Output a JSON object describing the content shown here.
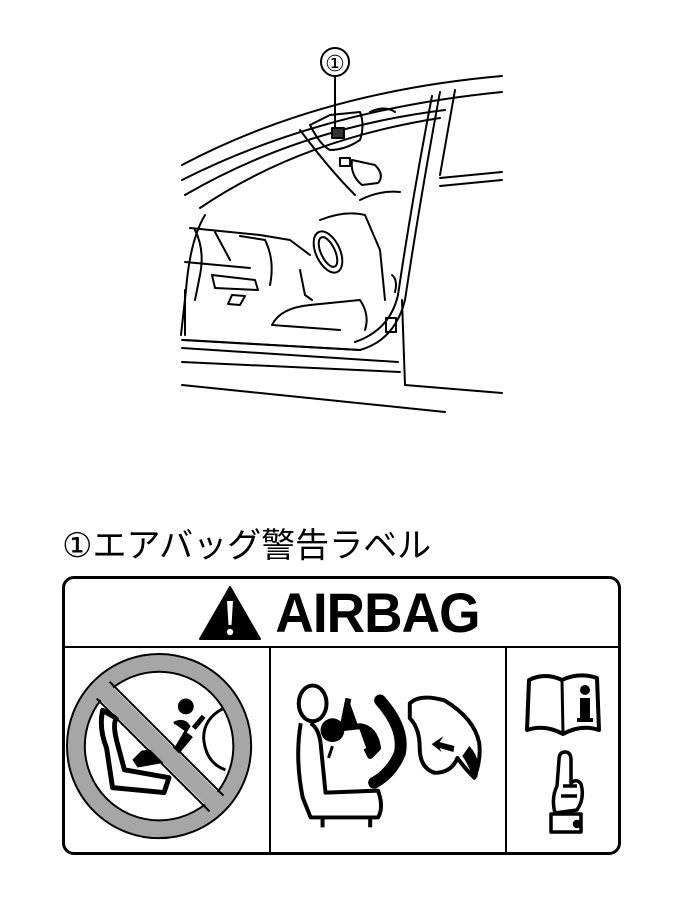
{
  "illustration": {
    "callout_number": "①",
    "description": "Vehicle interior viewed through open front passenger door; callout points to label on sun visor"
  },
  "caption": {
    "number": "①",
    "text": "エアバッグ警告ラベル"
  },
  "warning_label": {
    "header": {
      "icon": "warning-triangle-icon",
      "title": "AIRBAG"
    },
    "panels": [
      {
        "icon": "no-rear-facing-child-seat-icon",
        "description": "Prohibition symbol over rear-facing child seat in front of airbag"
      },
      {
        "icon": "airbag-deployment-icon",
        "description": "Occupant in seat struck by deploying airbag"
      },
      {
        "icons": [
          "owner-manual-info-icon",
          "pointing-hand-icon"
        ],
        "description": "Refer to owner's manual"
      }
    ],
    "colors": {
      "line": "#000000",
      "prohibition": "#a6a6a6",
      "background": "#ffffff"
    }
  }
}
